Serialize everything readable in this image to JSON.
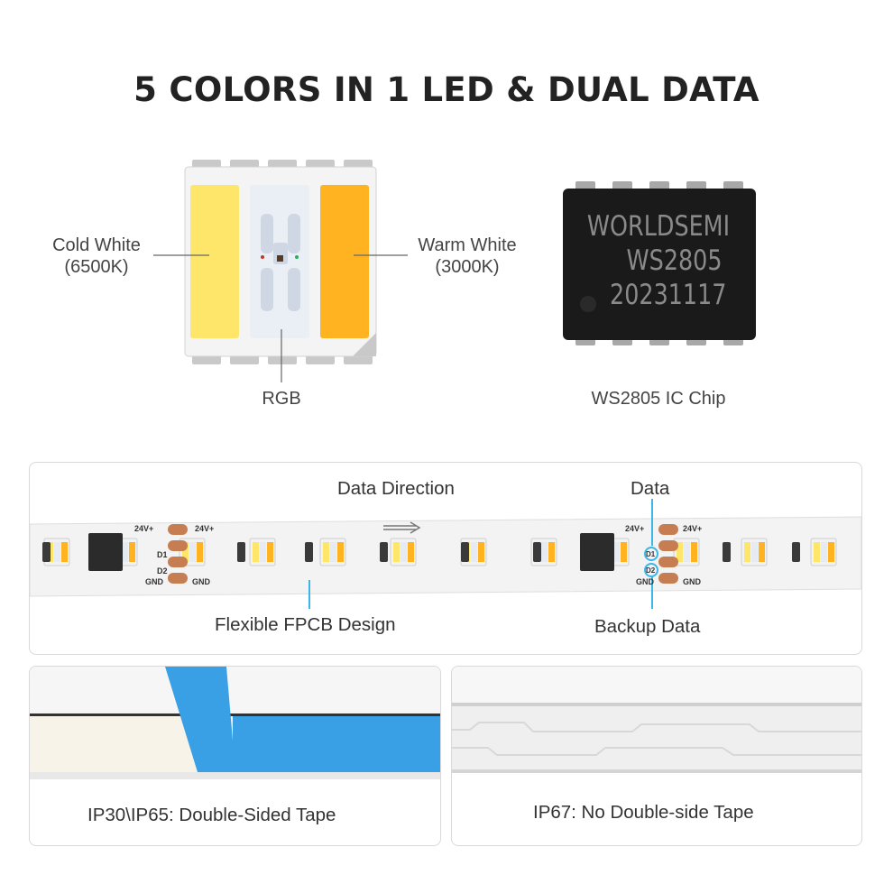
{
  "title": "5 COLORS IN 1 LED & DUAL DATA",
  "led_labels": {
    "cold_white": "Cold White",
    "cold_white_temp": "(6500K)",
    "warm_white": "Warm White",
    "warm_white_temp": "(3000K)",
    "rgb": "RGB"
  },
  "chip": {
    "brand": "WORLDSEMI",
    "model": "WS2805",
    "date_code": "20231117",
    "caption": "WS2805 IC Chip"
  },
  "strip": {
    "data_direction": "Data Direction",
    "data": "Data",
    "flexible_fpcb": "Flexible FPCB Design",
    "backup_data": "Backup Data",
    "silk_24v": "24V+",
    "silk_d1": "D1",
    "silk_d2": "D2",
    "silk_gnd": "GND"
  },
  "bottom": {
    "left_caption": "IP30\\IP65: Double-Sided Tape",
    "right_caption": "IP67: No Double-side Tape"
  },
  "colors": {
    "cold_white": "#fde66a",
    "warm_white": "#ffb321",
    "tape_blue": "#3aa0e6",
    "accent_line": "#3ab7e8",
    "chip_body": "#1a1a1a"
  }
}
